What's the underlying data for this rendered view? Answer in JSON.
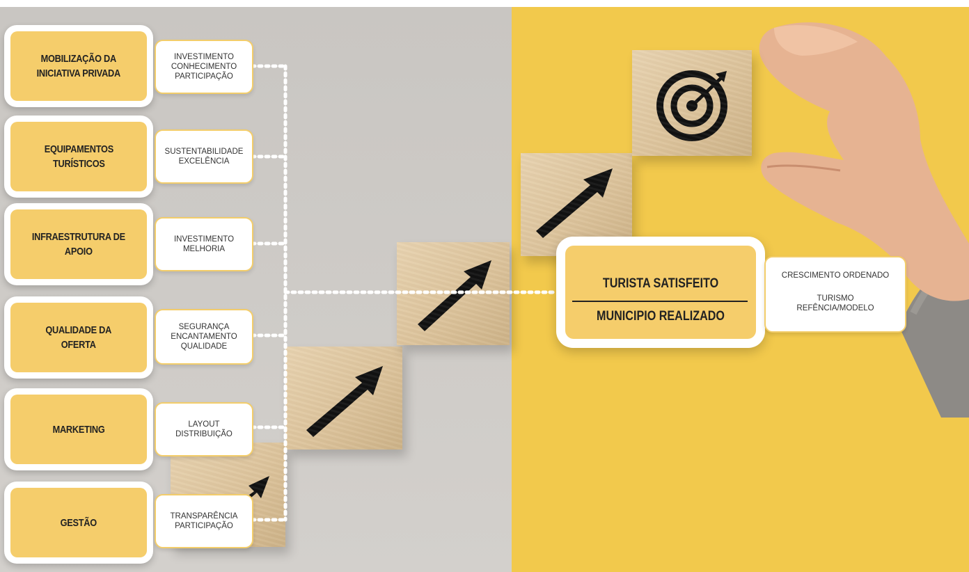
{
  "pillars": [
    {
      "title": "MOBILIZAÇÃO DA\nINICIATIVA PRIVADA",
      "tags": "INVESTIMENTO\nCONHECIMENTO\nPARTICIPAÇÃO"
    },
    {
      "title": "EQUIPAMENTOS\nTURÍSTICOS",
      "tags": "SUSTENTABILIDADE\nEXCELÊNCIA"
    },
    {
      "title": "INFRAESTRUTURA DE\nAPOIO",
      "tags": "INVESTIMENTO\nMELHORIA"
    },
    {
      "title": "QUALIDADE DA\nOFERTA",
      "tags": "SEGURANÇA\nENCANTAMENTO\nQUALIDADE"
    },
    {
      "title": "MARKETING",
      "tags": "LAYOUT\nDISTRIBUIÇÃO"
    },
    {
      "title": "GESTÃO",
      "tags": "TRANSPARÊNCIA\nPARTICIPAÇÃO"
    }
  ],
  "result": {
    "line1": "TURISTA SATISFEITO",
    "line2": "MUNICIPIO REALIZADO",
    "outcome_1": "CRESCIMENTO ORDENADO",
    "outcome_2": "TURISMO\nREFÊNCIA/MODELO"
  },
  "colors": {
    "accent": "#f5cd6b",
    "background_right": "#f2c94c",
    "background_left": "#c9c6c2",
    "connector": "#ffffff"
  },
  "icons": [
    "arrow-icon",
    "target-icon"
  ]
}
